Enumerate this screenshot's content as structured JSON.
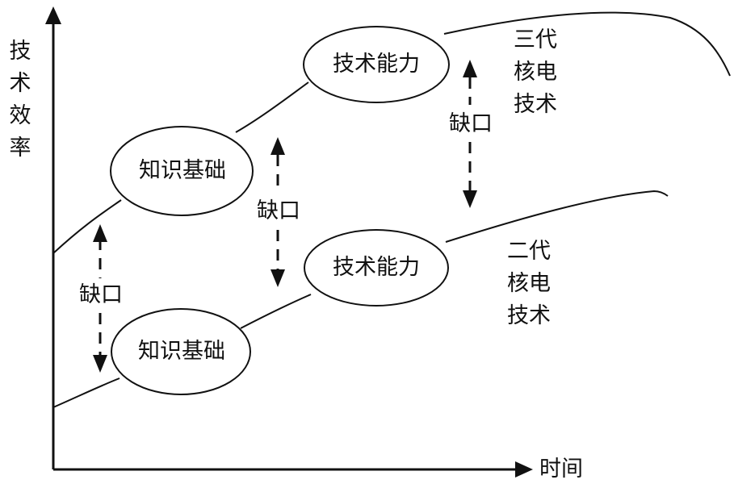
{
  "axes": {
    "y_label": "技术效率",
    "x_label": "时间"
  },
  "curves": {
    "upper": {
      "label": "三代核电技术",
      "knowledge_oval": "知识基础",
      "capability_oval": "技术能力"
    },
    "lower": {
      "label": "二代核电技术",
      "knowledge_oval": "知识基础",
      "capability_oval": "技术能力"
    }
  },
  "gaps": {
    "left": "缺口",
    "middle": "缺口",
    "right": "缺口"
  },
  "colors": {
    "stroke": "#111111",
    "background": "#ffffff"
  }
}
